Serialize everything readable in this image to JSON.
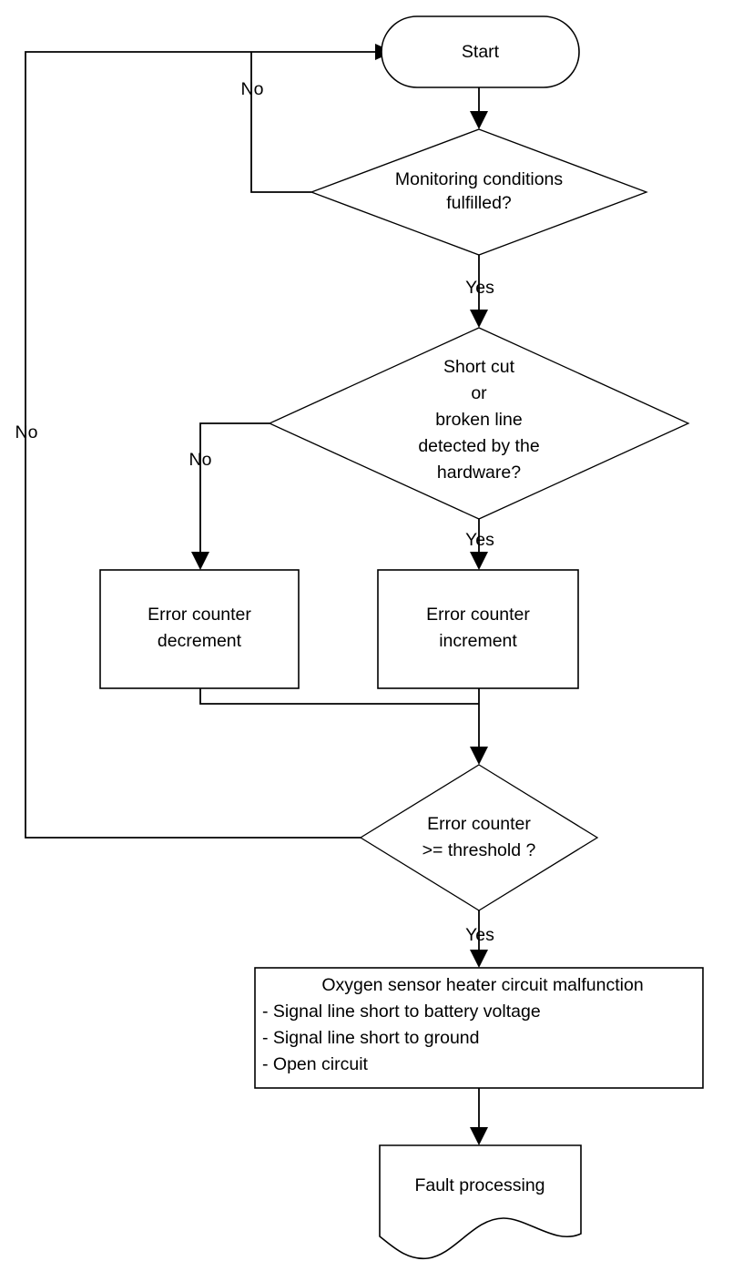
{
  "diagram": {
    "type": "flowchart",
    "title": "Oxygen sensor heater circuit monitoring flowchart",
    "background_color": "#ffffff",
    "line_color": "#000000"
  },
  "nodes": {
    "start": {
      "shape": "stadium",
      "label": "Start"
    },
    "decision_monitoring": {
      "shape": "diamond",
      "line1": "Monitoring  conditions",
      "line2": "fulfilled?"
    },
    "decision_hardware": {
      "shape": "diamond",
      "line1": "Short cut",
      "line2": "or",
      "line3": "broken line",
      "line4": "detected by the",
      "line5": "hardware?"
    },
    "counter_decrement": {
      "shape": "rectangle",
      "line1": "Error counter",
      "line2": "decrement"
    },
    "counter_increment": {
      "shape": "rectangle",
      "line1": "Error counter",
      "line2": "increment"
    },
    "decision_threshold": {
      "shape": "diamond",
      "line1": "Error counter",
      "line2": ">= threshold ?"
    },
    "malfunction": {
      "shape": "rectangle",
      "title": "Oxygen sensor heater circuit malfunction",
      "bullet1": "- Signal line short to battery voltage",
      "bullet2": "- Signal line short to ground",
      "bullet3": "- Open circuit"
    },
    "fault_processing": {
      "shape": "document",
      "label": "Fault processing"
    }
  },
  "edge_labels": {
    "monitoring_no": "No",
    "monitoring_yes": "Yes",
    "hardware_no": "No",
    "hardware_yes": "Yes",
    "threshold_no": "No",
    "threshold_yes": "Yes"
  }
}
